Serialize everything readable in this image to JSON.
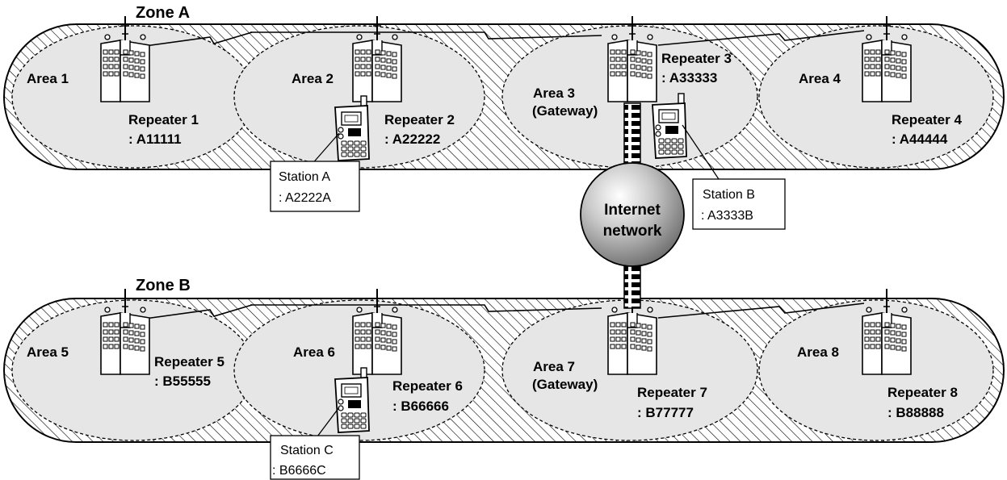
{
  "zone_a": {
    "title": "Zone A",
    "areas": [
      {
        "name": "Area 1"
      },
      {
        "name": "Area 2"
      },
      {
        "name_line1": "Area 3",
        "name_line2": "(Gateway)"
      },
      {
        "name": "Area 4"
      }
    ],
    "repeaters": [
      {
        "name": "Repeater 1",
        "callsign": ": A11111"
      },
      {
        "name": "Repeater 2",
        "callsign": ": A22222"
      },
      {
        "name": "Repeater 3",
        "callsign": ": A33333"
      },
      {
        "name": "Repeater 4",
        "callsign": ": A44444"
      }
    ],
    "stations": [
      {
        "name": "Station A",
        "callsign": ": A2222A"
      },
      {
        "name": "Station B",
        "callsign": ": A3333B"
      }
    ]
  },
  "zone_b": {
    "title": "Zone B",
    "areas": [
      {
        "name": "Area 5"
      },
      {
        "name": "Area 6"
      },
      {
        "name_line1": "Area 7",
        "name_line2": "(Gateway)"
      },
      {
        "name": "Area 8"
      }
    ],
    "repeaters": [
      {
        "name": "Repeater 5",
        "callsign": ": B55555"
      },
      {
        "name": "Repeater 6",
        "callsign": ": B66666"
      },
      {
        "name": "Repeater 7",
        "callsign": ": B77777"
      },
      {
        "name": "Repeater 8",
        "callsign": ": B88888"
      }
    ],
    "stations": [
      {
        "name": "Station C",
        "callsign": ": B6666C"
      }
    ]
  },
  "internet": {
    "line1": "Internet",
    "line2": "network"
  },
  "colors": {
    "zone_fill": "#ffffff",
    "area_fill": "#e6e6e6",
    "hatch": "#000000",
    "outline": "#000000",
    "globe_light": "#f2f2f2",
    "globe_dark": "#7a7a7a"
  }
}
